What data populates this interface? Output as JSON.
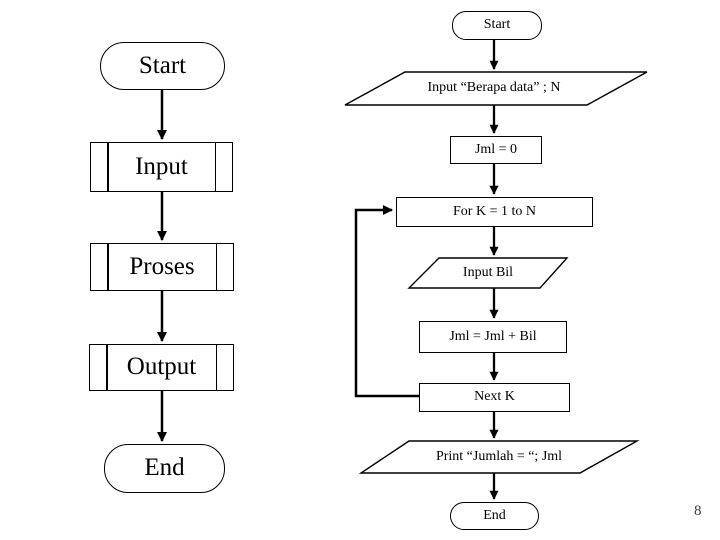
{
  "left_flow": {
    "start": "Start",
    "input": "Input",
    "proses": "Proses",
    "output": "Output",
    "end": "End"
  },
  "right_flow": {
    "start": "Start",
    "input_n": "Input “Berapa data” ; N",
    "init": "Jml = 0",
    "for_loop": "For K = 1 to N",
    "input_bil": "Input Bil",
    "accumulate": "Jml = Jml + Bil",
    "next_k": "Next K",
    "print": "Print “Jumlah = “; Jml",
    "end": "End"
  },
  "page_number": "8",
  "colors": {
    "line": "#000000",
    "background": "#ffffff",
    "page_number": "#3f3f3f"
  }
}
